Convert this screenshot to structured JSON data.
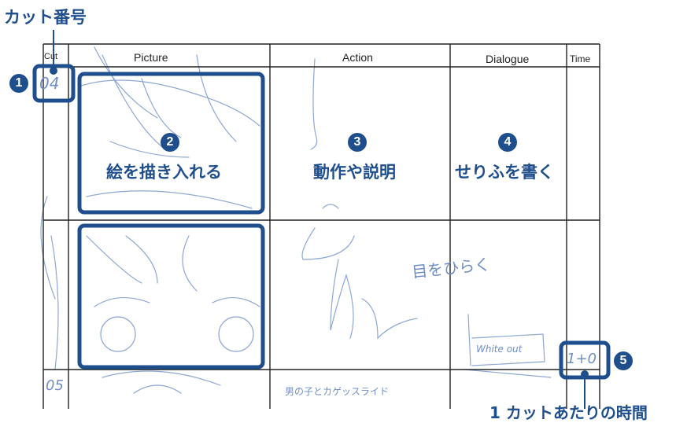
{
  "title_label": "カット番号",
  "headers": {
    "cut": "Cut",
    "picture": "Picture",
    "action": "Action",
    "dialogue": "Dialogue",
    "time": "Time"
  },
  "steps": [
    {
      "number": "1"
    },
    {
      "number": "2",
      "text": "絵を描き入れる"
    },
    {
      "number": "3",
      "text": "動作や説明"
    },
    {
      "number": "4",
      "text": "せりふを書く"
    },
    {
      "number": "5"
    }
  ],
  "bottom_label": "1 カットあたりの時間",
  "handwriting": {
    "cut_number_1": "04",
    "cut_number_2": "05",
    "action_note_1": "目をひらく",
    "action_note_2": "男の子とカゲッスライド",
    "dialogue_note": "White out",
    "time_note": "1+0"
  },
  "colors": {
    "accent": "#1e4f8c",
    "sketch": "#6f8fc4",
    "grid": "#222222"
  }
}
